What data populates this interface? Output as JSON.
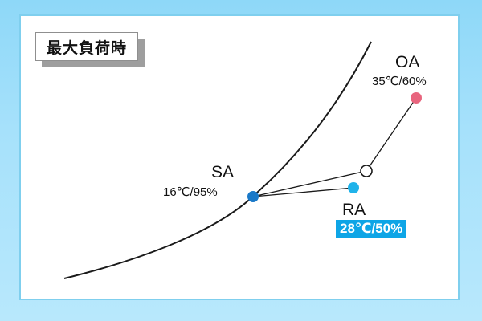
{
  "title": "最大負荷時",
  "points": {
    "oa": {
      "name": "OA",
      "value": "35℃/60%",
      "color": "#e8657e"
    },
    "sa": {
      "name": "SA",
      "value": "16℃/95%",
      "color": "#1a79c8"
    },
    "ra": {
      "name": "RA",
      "value": "28℃/50%",
      "color": "#20b3ea"
    }
  },
  "colors": {
    "background": "#a6e1fb",
    "border": "#7fcfee",
    "ra_highlight": "#0ea5e6"
  }
}
